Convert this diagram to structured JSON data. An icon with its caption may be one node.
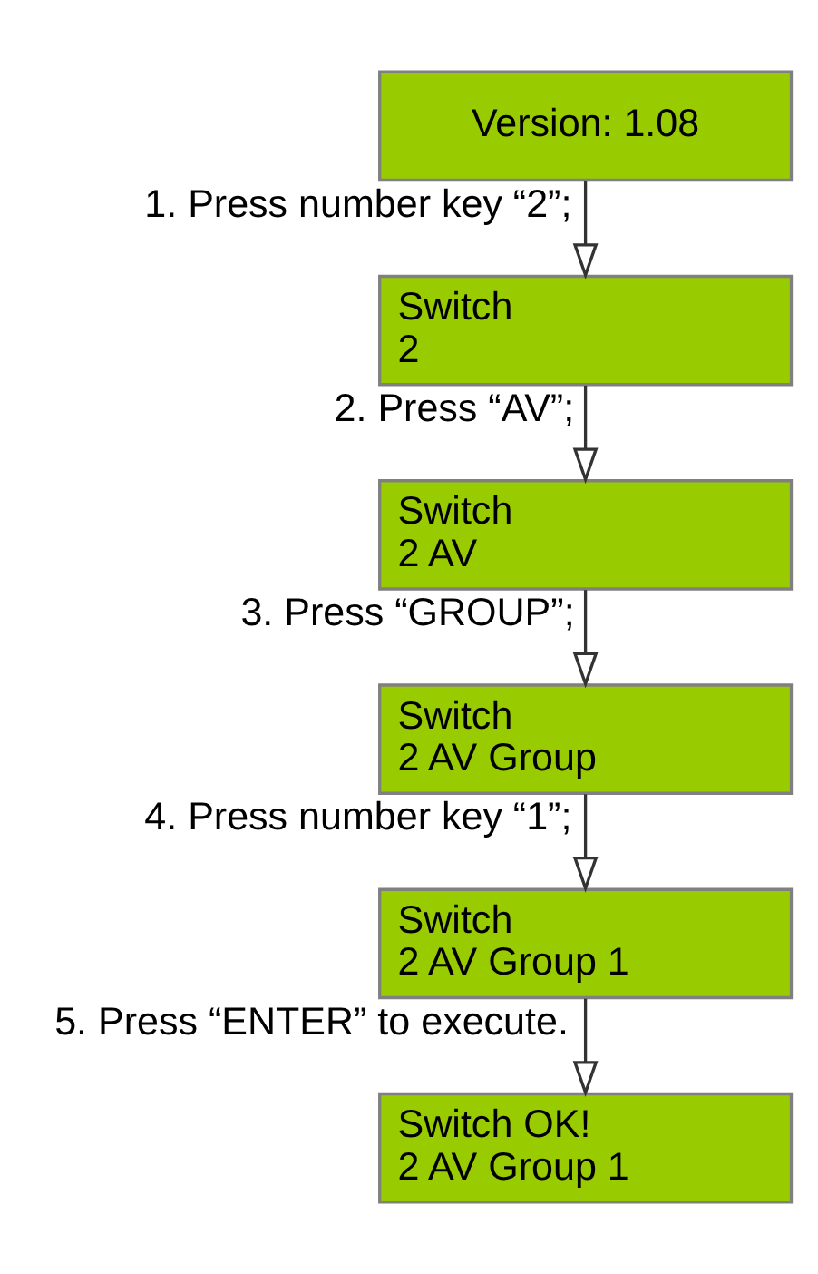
{
  "diagram": {
    "nodes": [
      {
        "text": [
          "Version: 1.08"
        ]
      },
      {
        "text": [
          "Switch",
          "2"
        ]
      },
      {
        "text": [
          "Switch",
          "2 AV"
        ]
      },
      {
        "text": [
          "Switch",
          "2 AV Group"
        ]
      },
      {
        "text": [
          "Switch",
          "2 AV Group 1"
        ]
      },
      {
        "text": [
          "Switch OK!",
          "2 AV Group 1"
        ]
      }
    ],
    "edges": [
      {
        "from": 0,
        "to": 1,
        "arrow": "to",
        "label": "1. Press number key “2”;"
      },
      {
        "from": 1,
        "to": 2,
        "arrow": "to",
        "label": "2. Press “AV”;"
      },
      {
        "from": 2,
        "to": 3,
        "arrow": "to",
        "label": "3. Press “GROUP”;"
      },
      {
        "from": 3,
        "to": 4,
        "arrow": "to",
        "label": "4. Press number key “1”;"
      },
      {
        "from": 4,
        "to": 5,
        "arrow": "to",
        "label": "5. Press “ENTER” to execute."
      }
    ]
  }
}
